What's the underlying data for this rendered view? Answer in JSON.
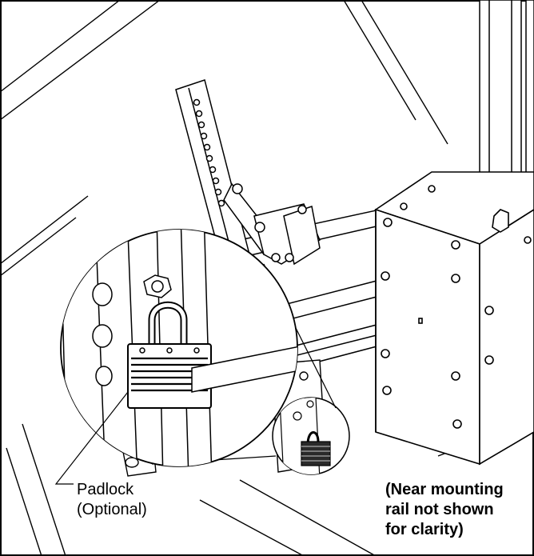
{
  "labels": {
    "padlock_line1": "Padlock",
    "padlock_line2": "(Optional)",
    "note_line1": "(Near mounting",
    "note_line2": "rail not shown",
    "note_line3": "for clarity)"
  }
}
